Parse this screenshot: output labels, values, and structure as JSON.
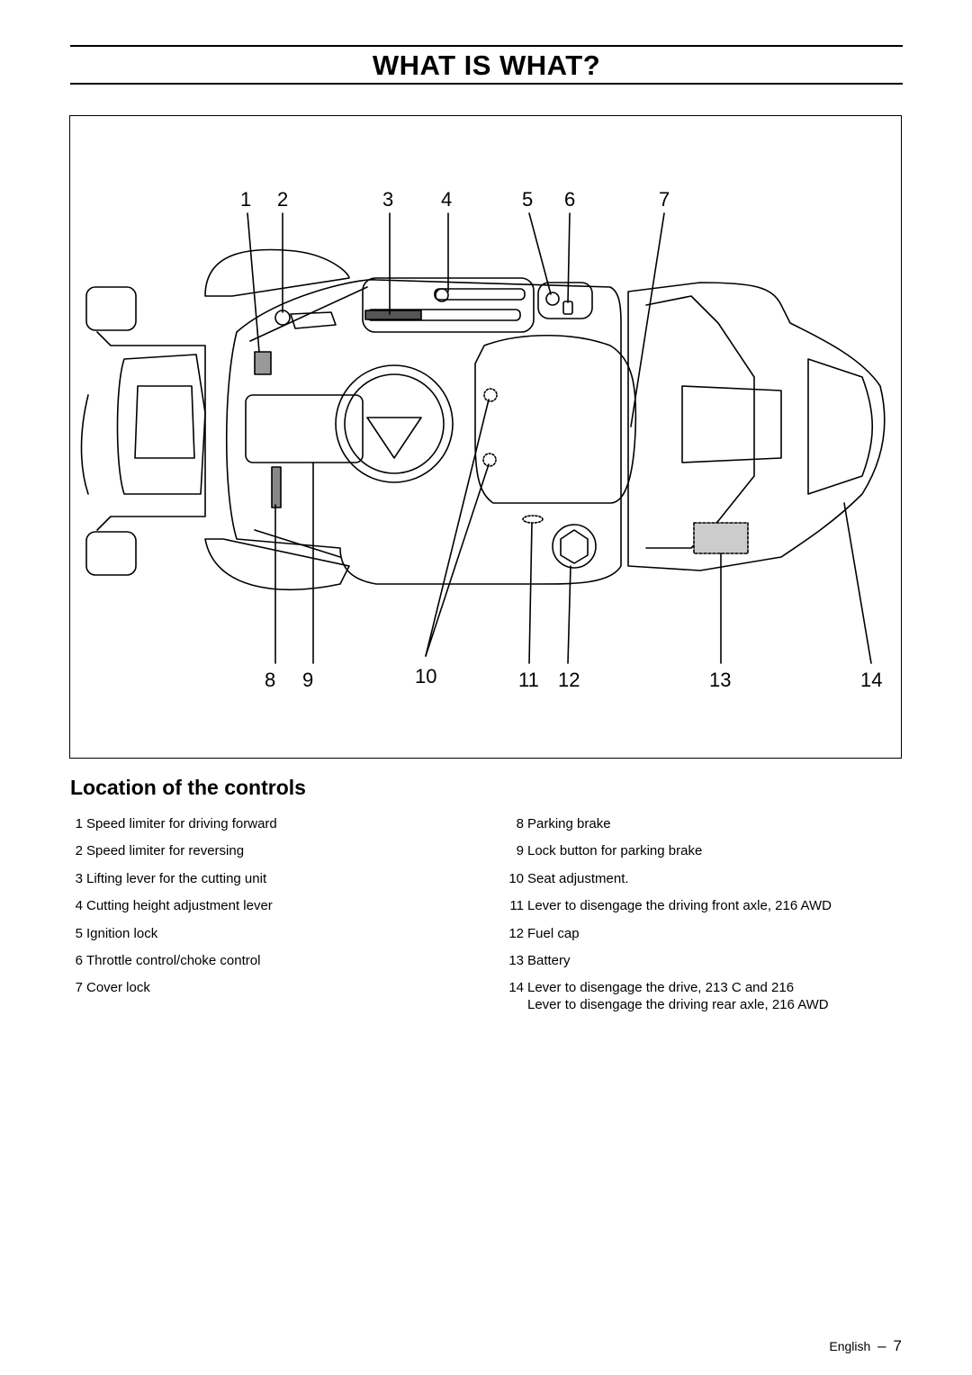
{
  "header": {
    "title": "WHAT IS WHAT?"
  },
  "figure": {
    "callouts_top": [
      "1",
      "2",
      "3",
      "4",
      "5",
      "6",
      "7"
    ],
    "callouts_bottom": [
      "8",
      "9",
      "10",
      "11",
      "12",
      "13",
      "14"
    ]
  },
  "section": {
    "heading": "Location of the controls"
  },
  "legend_left": [
    {
      "num": "1",
      "label": "Speed limiter for driving forward"
    },
    {
      "num": "2",
      "label": "Speed limiter for reversing"
    },
    {
      "num": "3",
      "label": "Lifting lever for the cutting unit"
    },
    {
      "num": "4",
      "label": "Cutting height adjustment lever"
    },
    {
      "num": "5",
      "label": "Ignition lock"
    },
    {
      "num": "6",
      "label": "Throttle control/choke control"
    },
    {
      "num": "7",
      "label": "Cover lock"
    }
  ],
  "legend_right": [
    {
      "num": "8",
      "label": "Parking brake"
    },
    {
      "num": "9",
      "label": "Lock button for parking brake"
    },
    {
      "num": "10",
      "label": "Seat adjustment."
    },
    {
      "num": "11",
      "label": "Lever to disengage the driving front axle, 216 AWD"
    },
    {
      "num": "12",
      "label": "Fuel cap"
    },
    {
      "num": "13",
      "label": "Battery"
    },
    {
      "num": "14",
      "label": "Lever to disengage the drive, 213 C and 216",
      "label2": "Lever to disengage the driving rear axle, 216 AWD"
    }
  ],
  "footer": {
    "language": "English",
    "separator": "–",
    "page_number": "7"
  }
}
